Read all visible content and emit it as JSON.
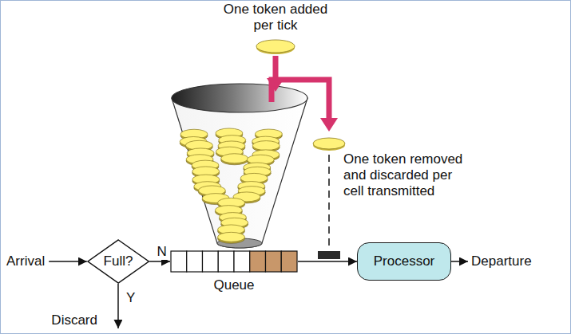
{
  "diagram": {
    "nodes": [
      {
        "text": [
          "Full?"
        ]
      },
      {
        "text": [
          "Queue"
        ]
      },
      {
        "text": [
          "Processor"
        ]
      }
    ],
    "edges": [
      {
        "from": 0,
        "to": 1,
        "arrow": "to",
        "label": "N"
      },
      {
        "from": 1,
        "to": 2,
        "arrow": "to"
      }
    ],
    "labels": [
      "One token added per tick",
      "One token removed and discarded per cell transmitted",
      "Arrival",
      "Y",
      "Departure",
      "Discard"
    ]
  }
}
